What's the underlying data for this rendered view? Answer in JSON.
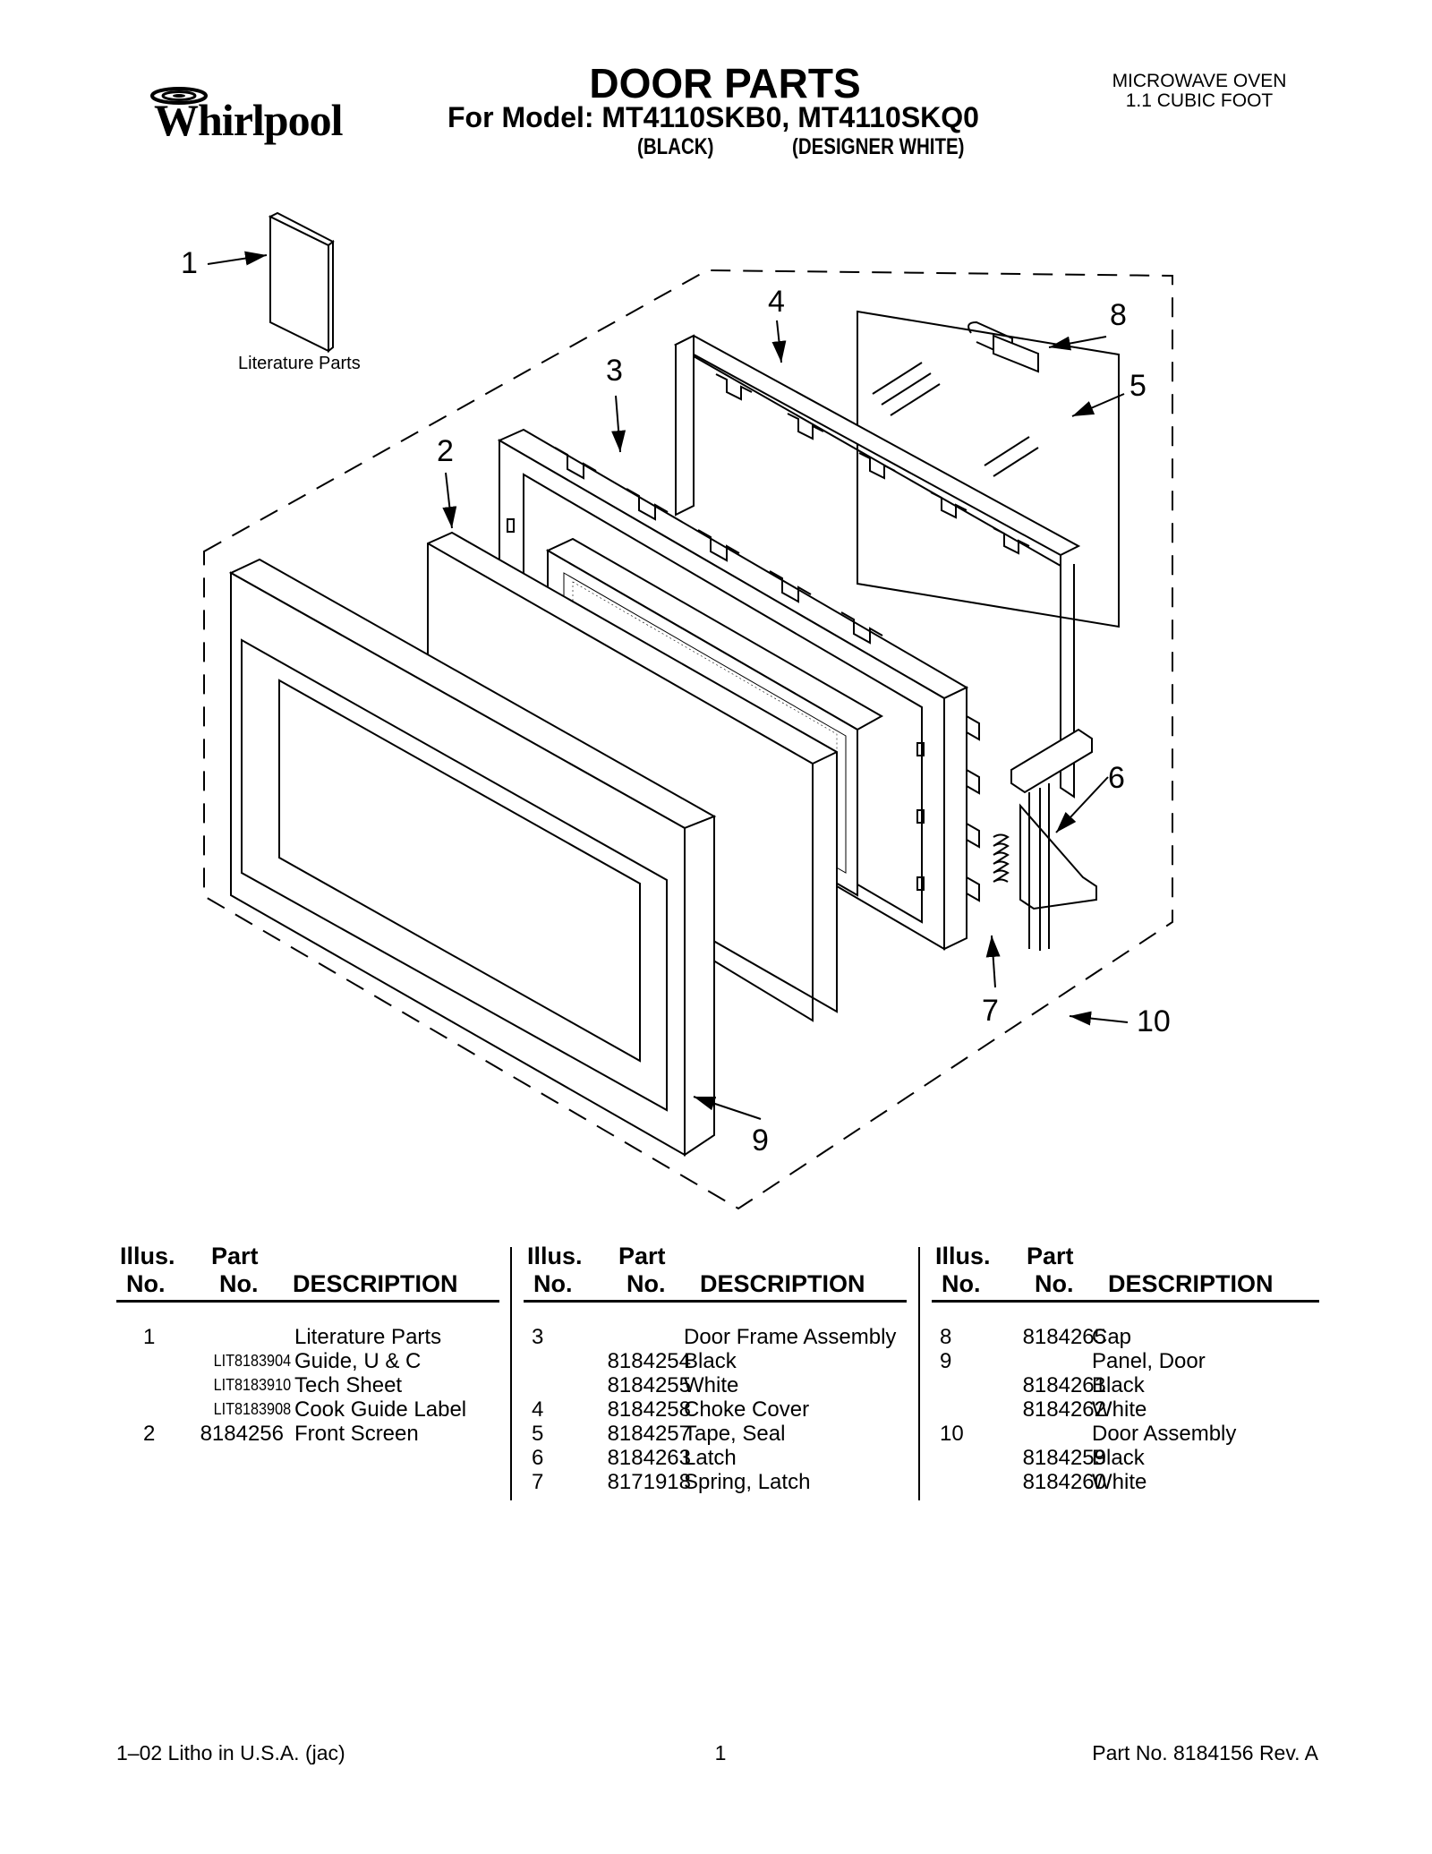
{
  "header": {
    "brand": "Whirlpool",
    "title": "DOOR PARTS",
    "model_line": "For Model: MT4110SKB0, MT4110SKQ0",
    "variant_black": "(BLACK)",
    "variant_white": "(DESIGNER WHITE)",
    "product_line1": "MICROWAVE OVEN",
    "product_line2": "1.1 CUBIC FOOT"
  },
  "diagram": {
    "callouts": [
      "1",
      "2",
      "3",
      "4",
      "5",
      "6",
      "7",
      "8",
      "9",
      "10"
    ],
    "literature_caption": "Literature Parts"
  },
  "table_headers": {
    "illus_top": "Illus.",
    "illus_bottom": "No.",
    "part_top": "Part",
    "part_bottom": "No.",
    "description": "DESCRIPTION"
  },
  "columns": [
    {
      "rows": [
        {
          "illus": "1",
          "part": "",
          "desc": "Literature Parts"
        },
        {
          "illus": "",
          "part": "LIT8183904",
          "desc": "Guide, U & C"
        },
        {
          "illus": "",
          "part": "LIT8183910",
          "desc": "Tech Sheet"
        },
        {
          "illus": "",
          "part": "LIT8183908",
          "desc": "Cook Guide Label"
        },
        {
          "illus": "2",
          "part": "8184256",
          "desc": "Front Screen"
        }
      ]
    },
    {
      "rows": [
        {
          "illus": "3",
          "part": "",
          "desc": "Door Frame Assembly"
        },
        {
          "illus": "",
          "part": "8184254",
          "desc": "Black"
        },
        {
          "illus": "",
          "part": "8184255",
          "desc": "White"
        },
        {
          "illus": "4",
          "part": "8184258",
          "desc": "Choke Cover"
        },
        {
          "illus": "5",
          "part": "8184257",
          "desc": "Tape, Seal"
        },
        {
          "illus": "6",
          "part": "8184263",
          "desc": "Latch"
        },
        {
          "illus": "7",
          "part": "8171918",
          "desc": "Spring, Latch"
        }
      ]
    },
    {
      "rows": [
        {
          "illus": "8",
          "part": "8184265",
          "desc": "Cap"
        },
        {
          "illus": "9",
          "part": "",
          "desc": "Panel, Door"
        },
        {
          "illus": "",
          "part": "8184261",
          "desc": "Black"
        },
        {
          "illus": "",
          "part": "8184262",
          "desc": "White"
        },
        {
          "illus": "10",
          "part": "",
          "desc": "Door Assembly"
        },
        {
          "illus": "",
          "part": "8184259",
          "desc": "Black"
        },
        {
          "illus": "",
          "part": "8184260",
          "desc": "White"
        }
      ]
    }
  ],
  "footer": {
    "left": "1–02 Litho in U.S.A. (jac)",
    "page": "1",
    "right": "Part No. 8184156 Rev. A"
  }
}
